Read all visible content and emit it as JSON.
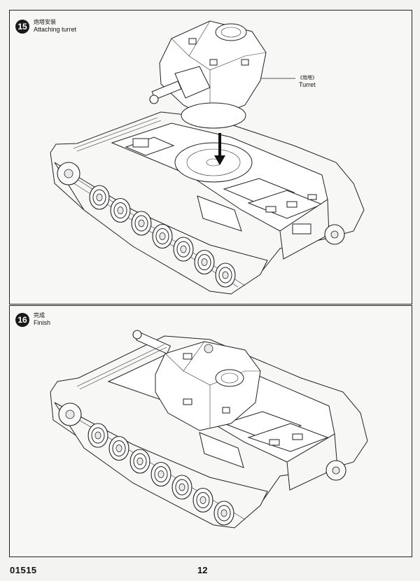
{
  "steps": [
    {
      "number": "15",
      "title_cn": "炮塔安装",
      "title_en": "Attaching turret"
    },
    {
      "number": "16",
      "title_cn": "完成",
      "title_en": "Finish"
    }
  ],
  "callout": {
    "label_cn": "《炮塔》",
    "label_en": "Turret"
  },
  "footer": {
    "product_code": "01515",
    "page_number": "12"
  }
}
